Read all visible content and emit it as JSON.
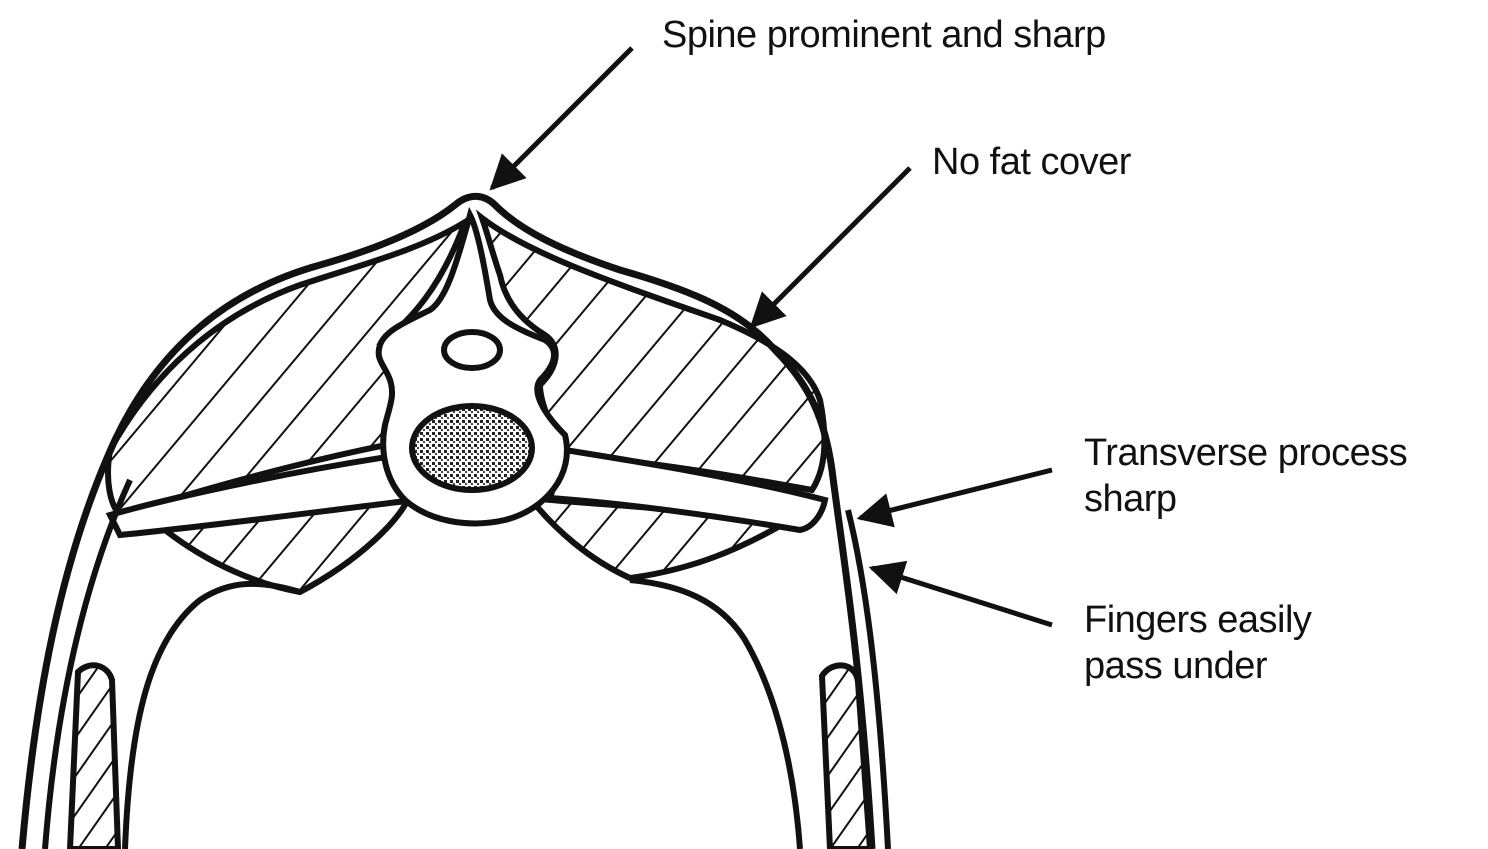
{
  "labels": {
    "spine": "Spine prominent and sharp",
    "fat": "No fat cover",
    "transverse": {
      "line1": "Transverse process",
      "line2": "sharp"
    },
    "fingers": {
      "line1": "Fingers easily",
      "line2": "pass under"
    }
  },
  "colors": {
    "ink": "#111111",
    "background": "#ffffff"
  }
}
